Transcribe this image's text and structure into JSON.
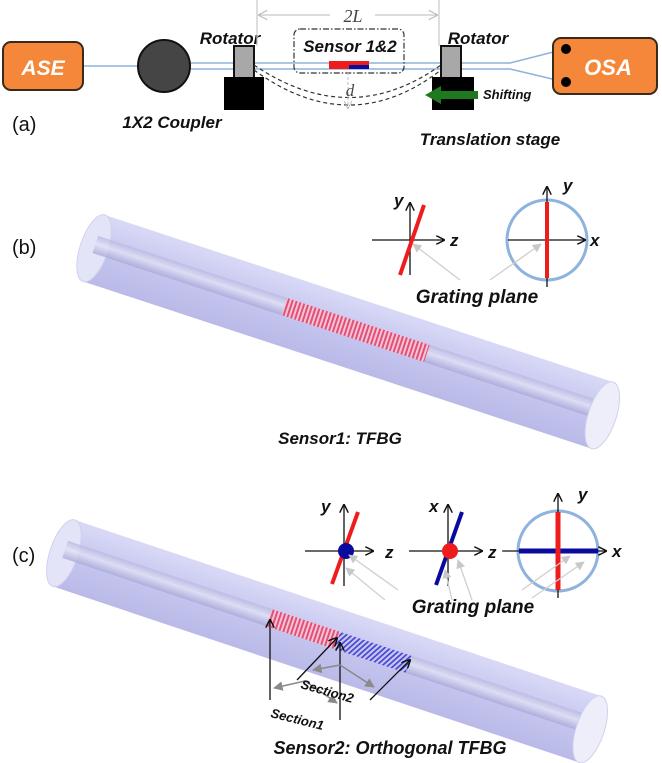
{
  "panel_a": {
    "label": "(a)",
    "source": "ASE",
    "coupler": "1X2 Coupler",
    "rotator_left": "Rotator",
    "rotator_right": "Rotator",
    "sensor_box": "Sensor 1&2",
    "span": "2L",
    "deflection": "d",
    "shift": "Shifting",
    "stage": "Translation stage",
    "analyzer": "OSA"
  },
  "panel_b": {
    "label": "(b)",
    "axis_y": "y",
    "axis_z": "z",
    "axis_y2": "y",
    "axis_x": "x",
    "annotation": "Grating plane",
    "caption": "Sensor1:  TFBG"
  },
  "panel_c": {
    "label": "(c)",
    "axis_y": "y",
    "axis_z": "z",
    "axis_x": "x",
    "axis_z2": "z",
    "axis_y2": "y",
    "axis_x2": "x",
    "annotation": "Grating plane",
    "section1": "Section1",
    "section2": "Section2",
    "caption": "Sensor2:  Orthogonal TFBG"
  },
  "colors": {
    "orange": "#f5873a",
    "fiber_blue": "#8fb3dc",
    "red": "#ee1c1c",
    "navy": "#0a0a9c",
    "green": "#1f7a1f",
    "cylinder": "#c3c3ef"
  }
}
